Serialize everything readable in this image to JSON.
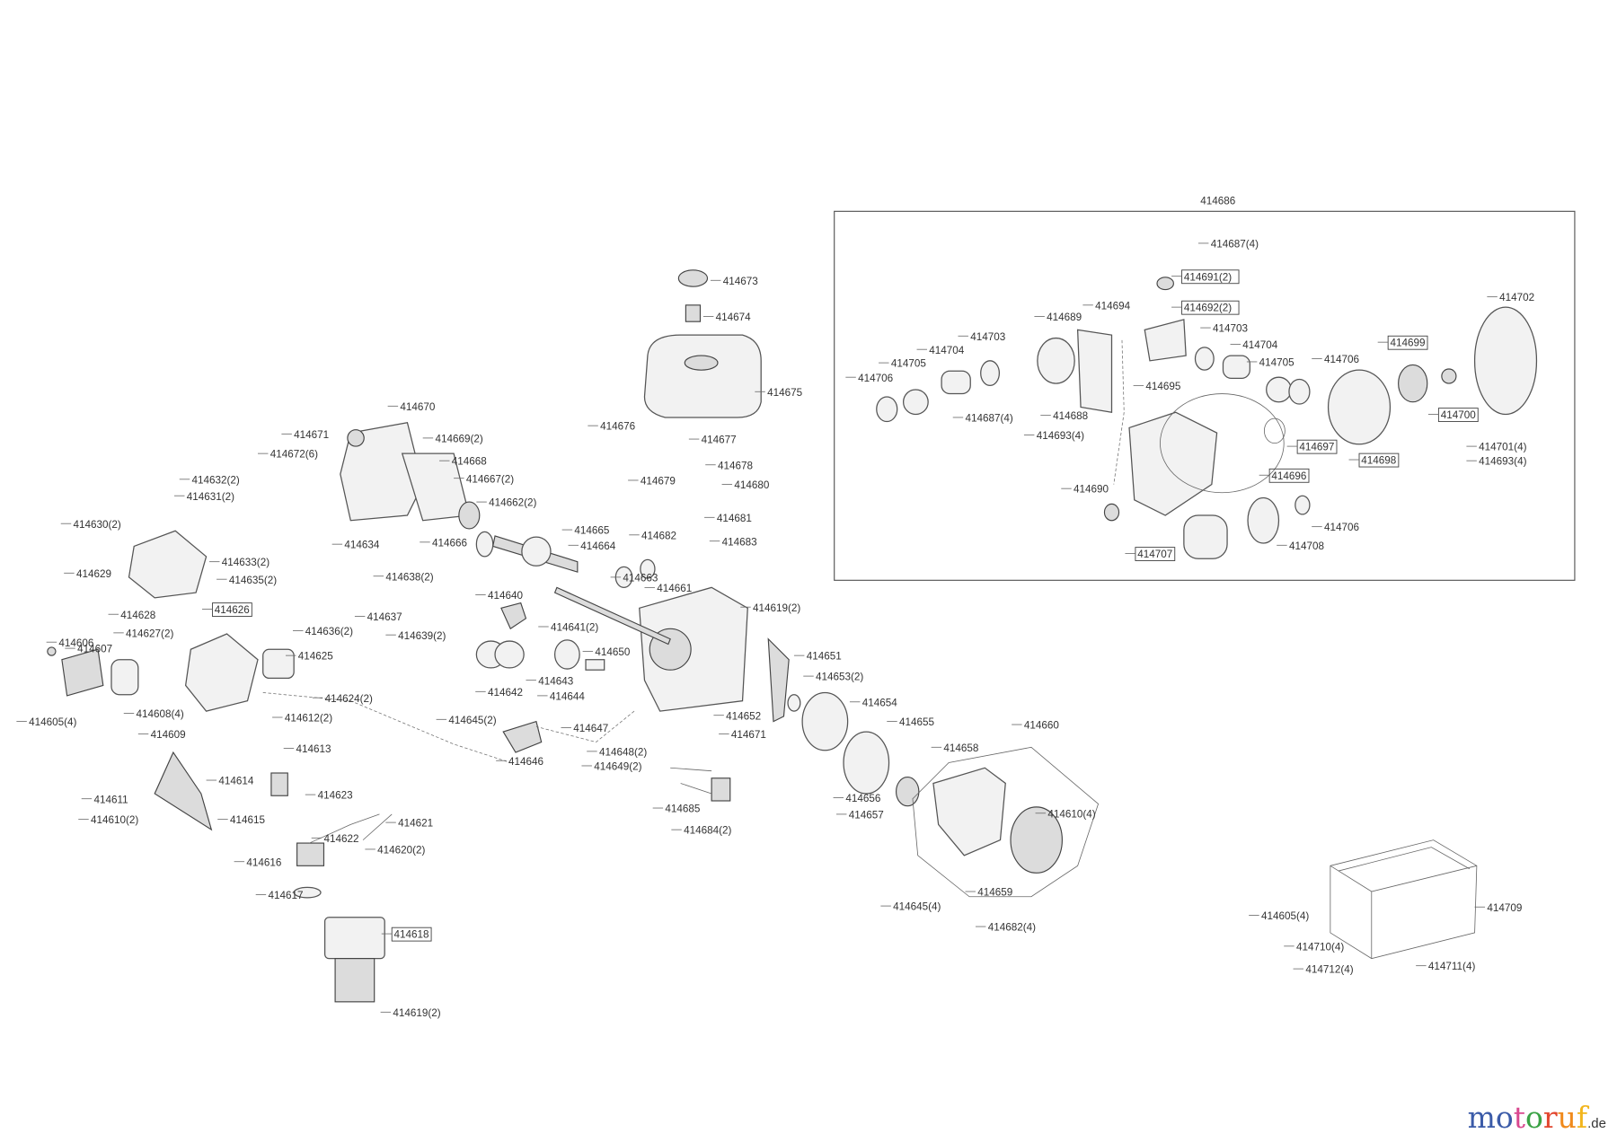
{
  "diagram_title": "414686",
  "labels": [
    "414686",
    "414687(4)",
    "414691(2)",
    "414692(2)",
    "414694",
    "414689",
    "414702",
    "414703",
    "414704",
    "414705",
    "414706",
    "414703",
    "414704",
    "414705",
    "414706",
    "414699",
    "414695",
    "414700",
    "414687(4)",
    "414688",
    "414693(4)",
    "414697",
    "414701(4)",
    "414698",
    "414693(4)",
    "414696",
    "414690",
    "414706",
    "414707",
    "414708",
    "414673",
    "414674",
    "414675",
    "414676",
    "414677",
    "414678",
    "414679",
    "414680",
    "414681",
    "414682",
    "414683",
    "414670",
    "414671",
    "414669(2)",
    "414672(6)",
    "414668",
    "414667(2)",
    "414632(2)",
    "414631(2)",
    "414662(2)",
    "414630(2)",
    "414665",
    "414664",
    "414666",
    "414634",
    "414633(2)",
    "414629",
    "414635(2)",
    "414663",
    "414638(2)",
    "414661",
    "414640",
    "414628",
    "414626",
    "414637",
    "414619(2)",
    "414627(2)",
    "414636(2)",
    "414641(2)",
    "414639(2)",
    "414606",
    "414607",
    "414625",
    "414650",
    "414651",
    "414653(2)",
    "414643",
    "414642",
    "414644",
    "414624(2)",
    "414608(4)",
    "414612(2)",
    "414654",
    "414652",
    "414655",
    "414605(4)",
    "414645(2)",
    "414647",
    "414660",
    "414671",
    "414648(2)",
    "414609",
    "414613",
    "414658",
    "414646",
    "414649(2)",
    "414614",
    "414623",
    "414611",
    "414656",
    "414621",
    "414610(2)",
    "414615",
    "414657",
    "414685",
    "414610(4)",
    "414684(2)",
    "414622",
    "414620(2)",
    "414616",
    "414617",
    "414659",
    "414645(4)",
    "414682(4)",
    "414618",
    "414619(2)",
    "414605(4)",
    "414709",
    "414710(4)",
    "414712(4)",
    "414711(4)"
  ],
  "logo": {
    "letters": [
      "m",
      "o",
      "t",
      "o",
      "r",
      "u",
      "f"
    ],
    "colors": [
      "#3b5ba8",
      "#3b5ba8",
      "#d9488f",
      "#3aa245",
      "#e2462f",
      "#f08a1c",
      "#f2b51c"
    ],
    "suffix": ".de"
  }
}
